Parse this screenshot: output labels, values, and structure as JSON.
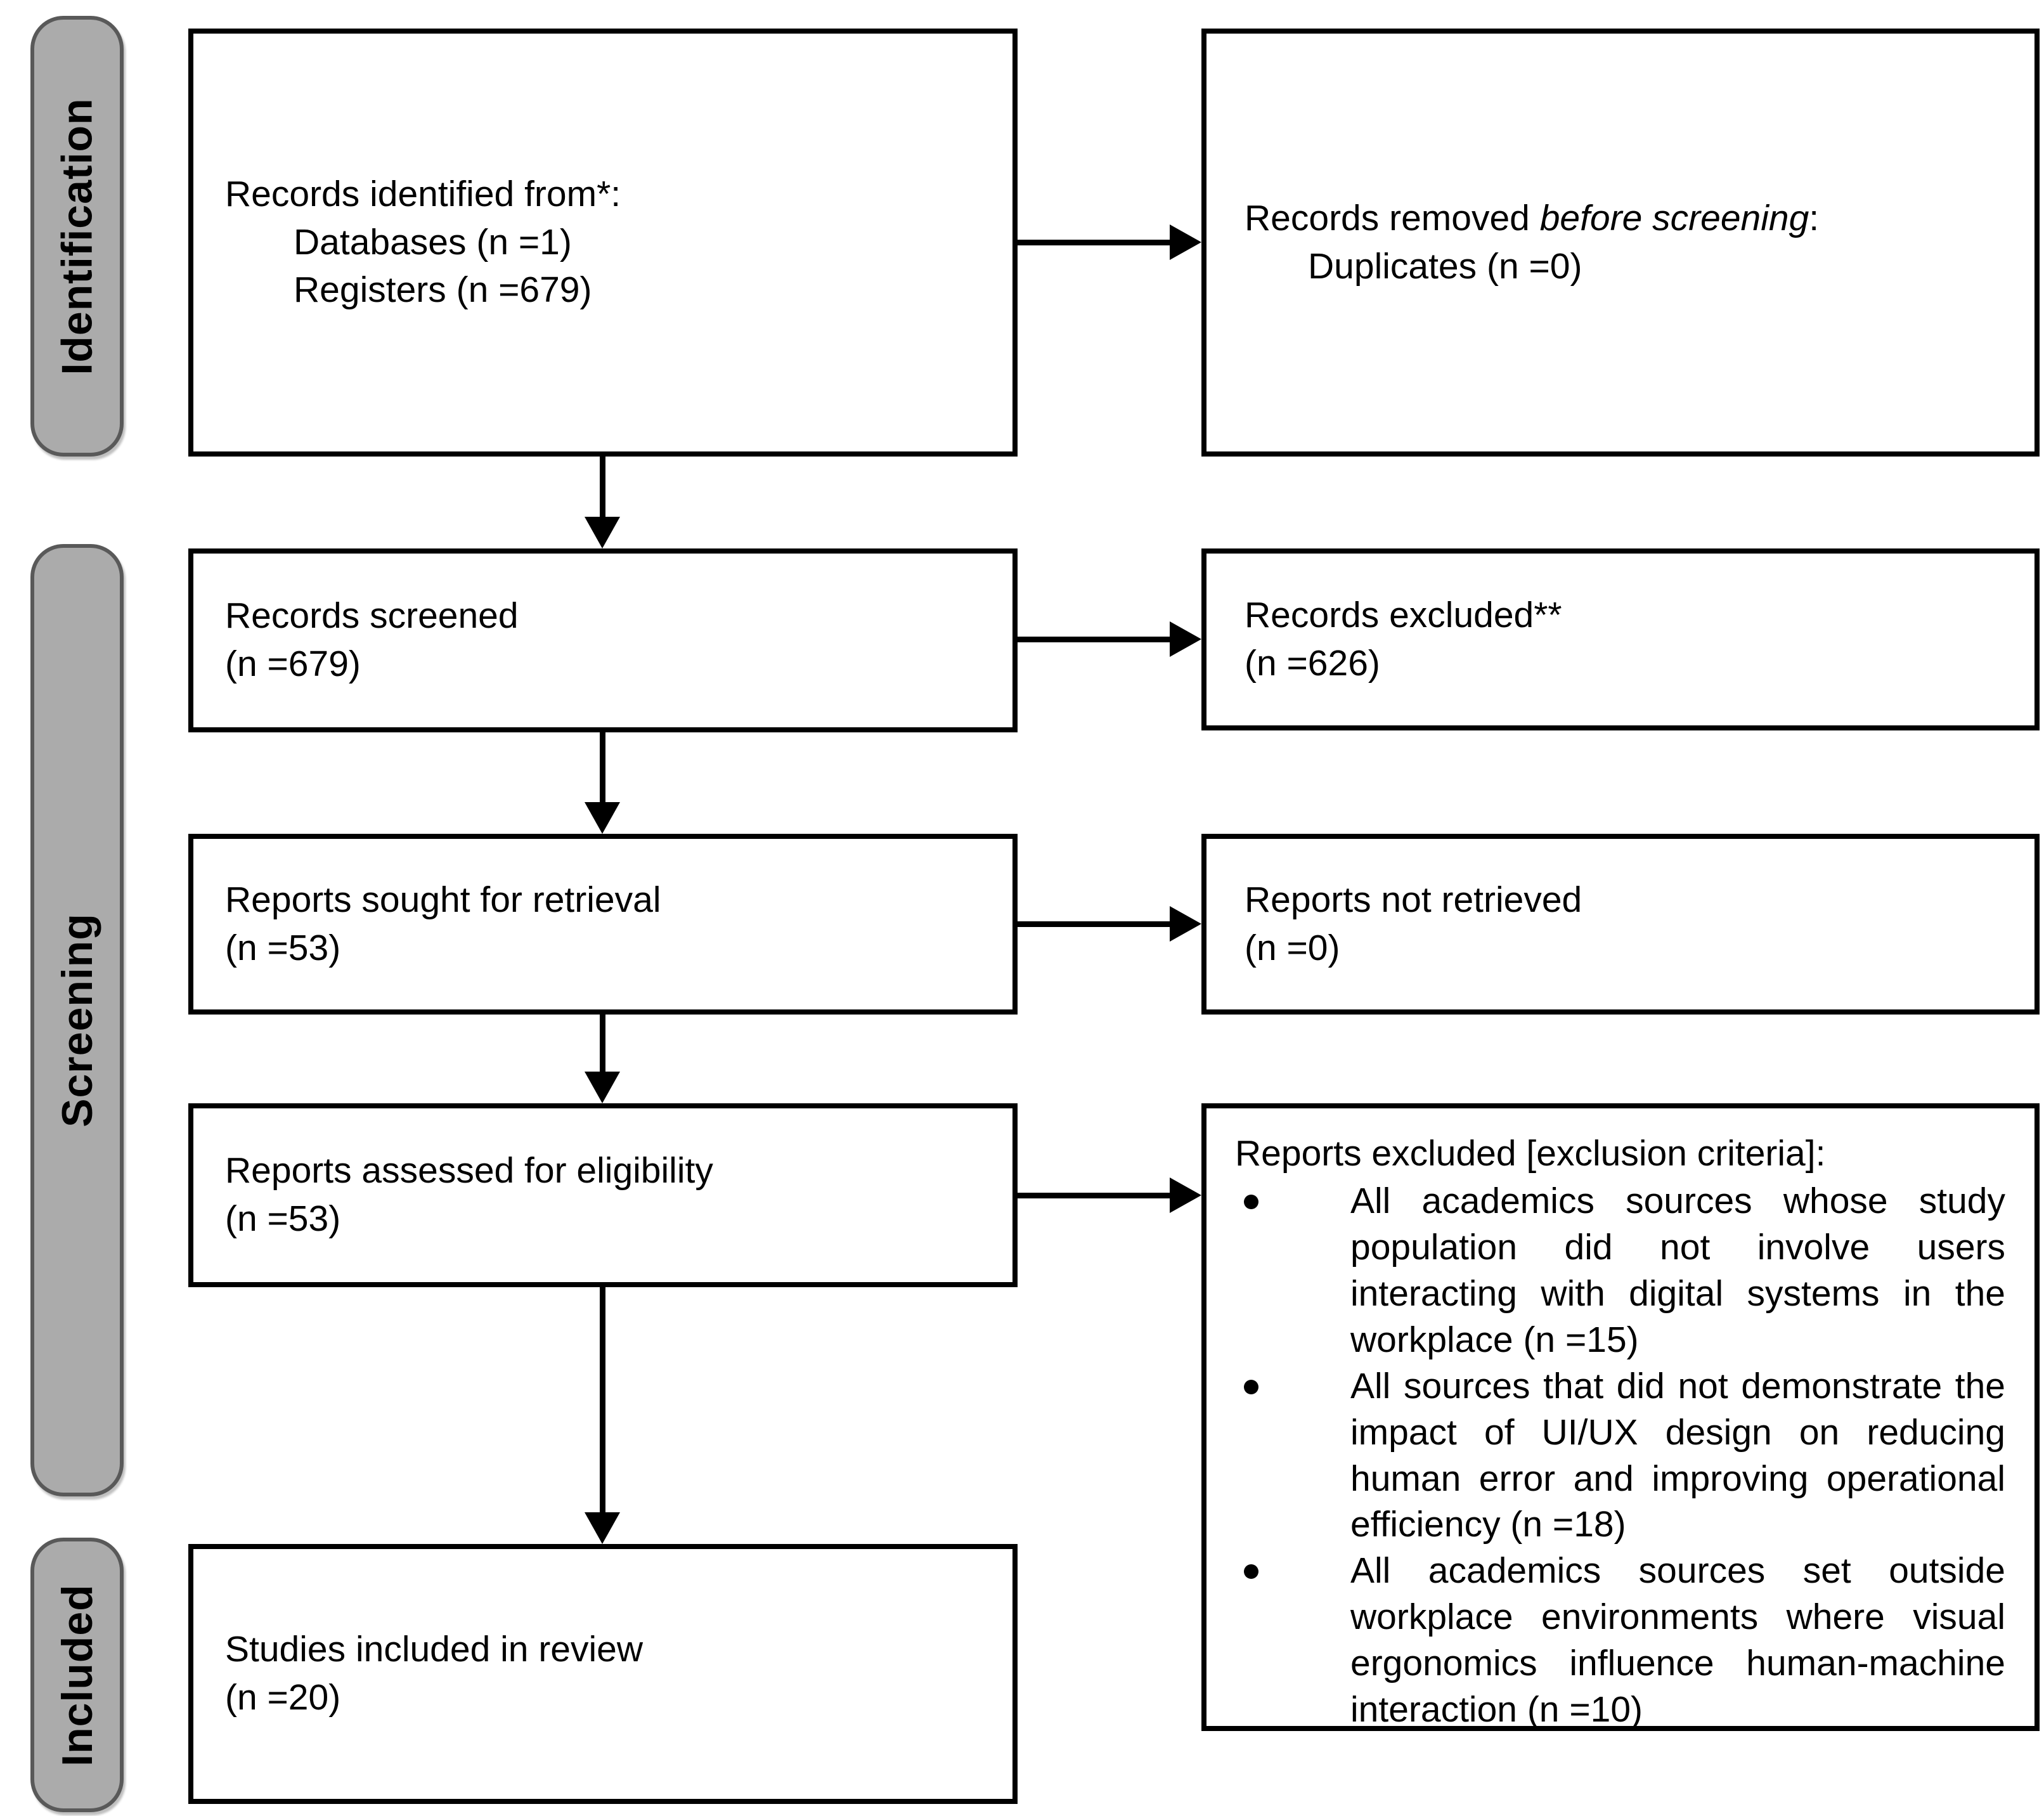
{
  "diagram": {
    "stages": [
      {
        "label": "Identification"
      },
      {
        "label": "Screening"
      },
      {
        "label": "Included"
      }
    ],
    "boxes": {
      "identified": {
        "title": "Records identified from*:",
        "items": [
          "Databases (n =1)",
          "Registers (n =679)"
        ]
      },
      "removed": {
        "pre": "Records removed ",
        "italic": "before screening",
        "post": ":",
        "items": [
          "Duplicates (n =0)"
        ]
      },
      "screened": {
        "line1": "Records screened",
        "line2": "(n =679)"
      },
      "excluded": {
        "line1": "Records excluded**",
        "line2": "(n =626)"
      },
      "sought": {
        "line1": "Reports sought for retrieval",
        "line2": "(n =53)"
      },
      "not_retrieved": {
        "line1": "Reports not retrieved",
        "line2": "(n =0)"
      },
      "assessed": {
        "line1": "Reports assessed for eligibility",
        "line2": "(n =53)"
      },
      "excluded_reports": {
        "title": "Reports excluded [exclusion criteria]:",
        "bullets": [
          "All academics sources whose study population did not involve users interacting with digital systems in the workplace (n =15)",
          "All sources that did not demonstrate the impact of UI/UX design on reducing human error and improving operational efficiency (n =18)",
          "All academics sources set outside workplace environments where visual ergonomics influence human-machine interaction (n =10)"
        ]
      },
      "included_studies": {
        "line1": "Studies included in review",
        "line2": "(n =20)"
      }
    },
    "colors": {
      "stage_fill": "#ababab",
      "stage_border": "#595959",
      "box_border": "#000000",
      "arrow": "#000000"
    }
  }
}
